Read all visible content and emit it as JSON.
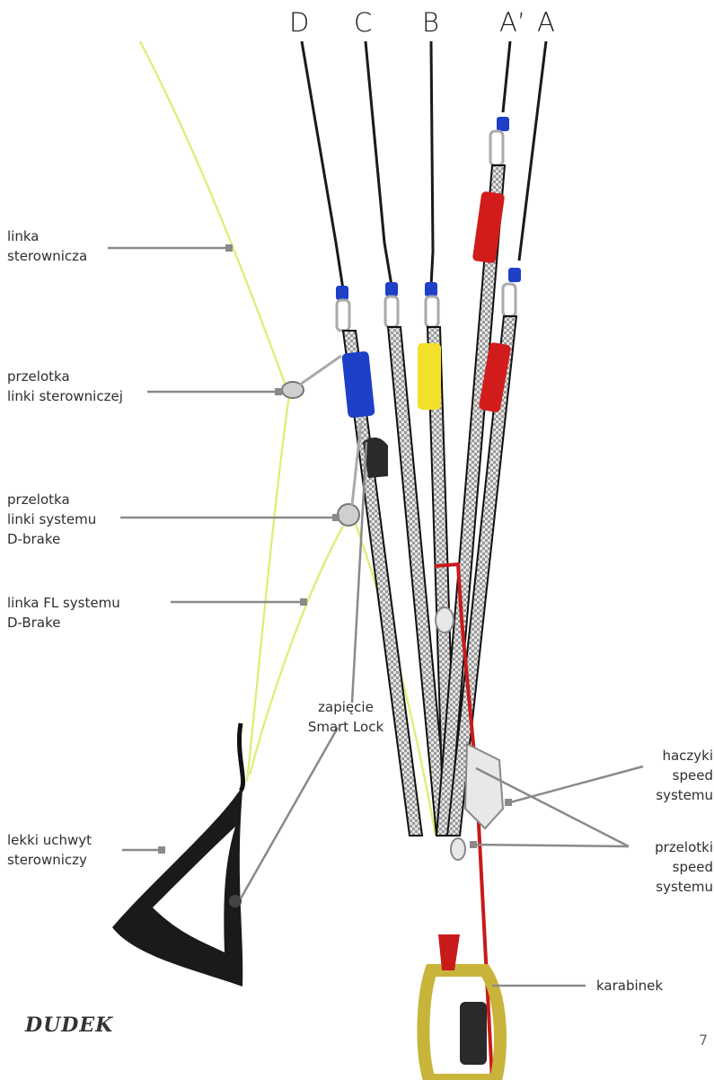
{
  "risers": {
    "d": "D",
    "c": "C",
    "b": "B",
    "a_prime": "A’",
    "a": "A"
  },
  "labels": {
    "brake_line": "linka\nsterownicza",
    "brake_line_pulley": "przelotka\nlinki sterowniczej",
    "dbrake_pulley": "przelotka\nlinki systemu\nD-brake",
    "fl_line": "linka FL systemu\nD-Brake",
    "smart_lock": "zapięcie\nSmart Lock",
    "light_handle": "lekki uchwyt\nsterowniczy",
    "speed_hooks": "haczyki\nspeed\nsystemu",
    "speed_pulleys": "przelotki\nspeed\nsystemu",
    "carabiner": "karabinek"
  },
  "brand": "DUDEK",
  "page_number": "7",
  "colors": {
    "line_dark": "#1a1a1a",
    "brake_line": "#d8f070",
    "riser_blue": "#1e3fc8",
    "riser_yellow": "#f2e02a",
    "riser_red": "#d21c1c",
    "carabiner": "#c8b43a",
    "leader": "#8a8a8a"
  }
}
